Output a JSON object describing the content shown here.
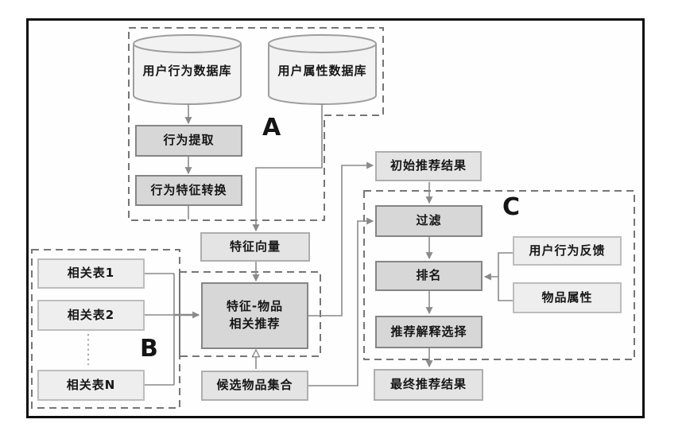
{
  "diagram": {
    "group_labels": {
      "a": "A",
      "b": "B",
      "c": "C"
    },
    "nodes": {
      "db_behavior": "用户行为数据库",
      "db_attribute": "用户属性数据库",
      "behavior_extract": "行为提取",
      "behavior_feature_convert": "行为特征转换",
      "feature_vector": "特征向量",
      "feature_item_rec": {
        "line1": "特征-物品",
        "line2": "相关推荐"
      },
      "initial_result": "初始推荐结果",
      "filter": "过滤",
      "ranking": "排名",
      "explain_select": "推荐解释选择",
      "final_result": "最终推荐结果",
      "candidate_set": "候选物品集合",
      "related_table_1": "相关表1",
      "related_table_2": "相关表2",
      "related_table_n": "相关表N",
      "user_feedback": "用户行为反馈",
      "item_attribute": "物品属性"
    },
    "edges": [
      {
        "from": "db_behavior",
        "to": "behavior_extract"
      },
      {
        "from": "behavior_extract",
        "to": "behavior_feature_convert"
      },
      {
        "from": "db_attribute",
        "to": "feature_vector"
      },
      {
        "from": "feature_vector",
        "to": "feature_item_rec"
      },
      {
        "from": "related_tables",
        "to": "feature_item_rec"
      },
      {
        "from": "candidate_set",
        "to": "feature_item_rec"
      },
      {
        "from": "feature_item_rec",
        "to": "initial_result"
      },
      {
        "from": "initial_result",
        "to": "filter"
      },
      {
        "from": "candidate_set",
        "to": "filter"
      },
      {
        "from": "filter",
        "to": "ranking"
      },
      {
        "from": "user_feedback",
        "to": "ranking"
      },
      {
        "from": "item_attribute",
        "to": "ranking"
      },
      {
        "from": "ranking",
        "to": "explain_select"
      },
      {
        "from": "explain_select",
        "to": "final_result"
      }
    ],
    "colors": {
      "node_dark": "#d7d7d7",
      "node_light": "#e4e4e4",
      "node_lighter": "#eeeeee",
      "line": "#8a8a8a",
      "dashed_outline": "#767676",
      "frame": "#0e0e0e"
    }
  }
}
